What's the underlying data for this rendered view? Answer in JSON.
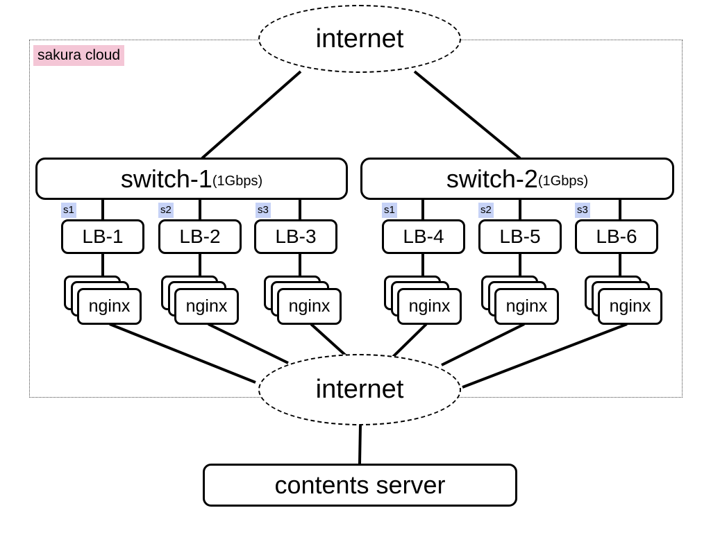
{
  "region": {
    "label": "sakura cloud"
  },
  "clouds": {
    "top": "internet",
    "bottom": "internet"
  },
  "switches": [
    {
      "name": "switch-1",
      "speed": "(1Gbps)"
    },
    {
      "name": "switch-2",
      "speed": "(1Gbps)"
    }
  ],
  "slots": [
    "s1",
    "s2",
    "s3",
    "s1",
    "s2",
    "s3"
  ],
  "load_balancers": [
    "LB-1",
    "LB-2",
    "LB-3",
    "LB-4",
    "LB-5",
    "LB-6"
  ],
  "nginx_label": "nginx",
  "server": {
    "label": "contents server"
  }
}
